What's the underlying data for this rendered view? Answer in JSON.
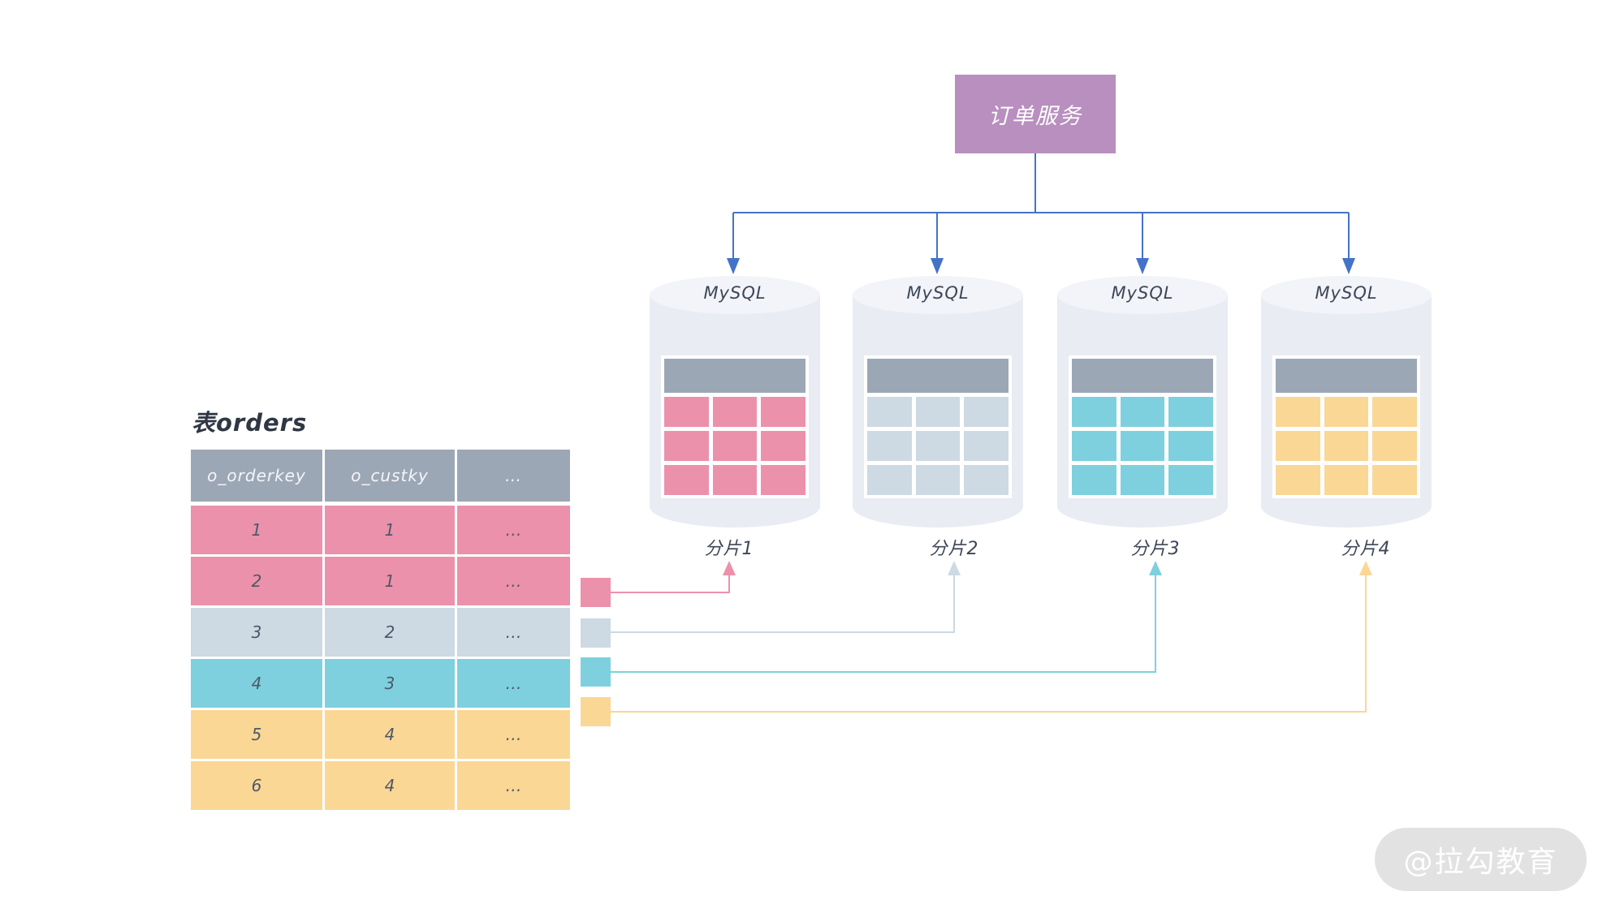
{
  "colors": {
    "shard1": "#ec91ab",
    "shard2": "#cdd9e3",
    "shard3": "#7ed0de",
    "shard4": "#fad795",
    "header-gray": "#9ca7b6",
    "purple": "#b88fbe",
    "tree-blue": "#4472c8",
    "cyl-body": "#e9ecf3",
    "cyl-top": "#f2f4f9",
    "text-dark": "#3d4657",
    "row-text": "#4e586a",
    "watermark-bg": "#e2e2e2"
  },
  "service": {
    "label": "订单服务"
  },
  "shards": [
    {
      "db_label": "MySQL",
      "name": "分片1"
    },
    {
      "db_label": "MySQL",
      "name": "分片2"
    },
    {
      "db_label": "MySQL",
      "name": "分片3"
    },
    {
      "db_label": "MySQL",
      "name": "分片4"
    }
  ],
  "table": {
    "title": "表orders",
    "headers": [
      "o_orderkey",
      "o_custky",
      "…"
    ],
    "rows": [
      {
        "cells": [
          "1",
          "1",
          "…"
        ],
        "shard": 1
      },
      {
        "cells": [
          "2",
          "1",
          "…"
        ],
        "shard": 1
      },
      {
        "cells": [
          "3",
          "2",
          "…"
        ],
        "shard": 2
      },
      {
        "cells": [
          "4",
          "3",
          "…"
        ],
        "shard": 3
      },
      {
        "cells": [
          "5",
          "4",
          "…"
        ],
        "shard": 4
      },
      {
        "cells": [
          "6",
          "4",
          "…"
        ],
        "shard": 4
      }
    ]
  },
  "watermark": {
    "text": "@拉勾教育"
  }
}
